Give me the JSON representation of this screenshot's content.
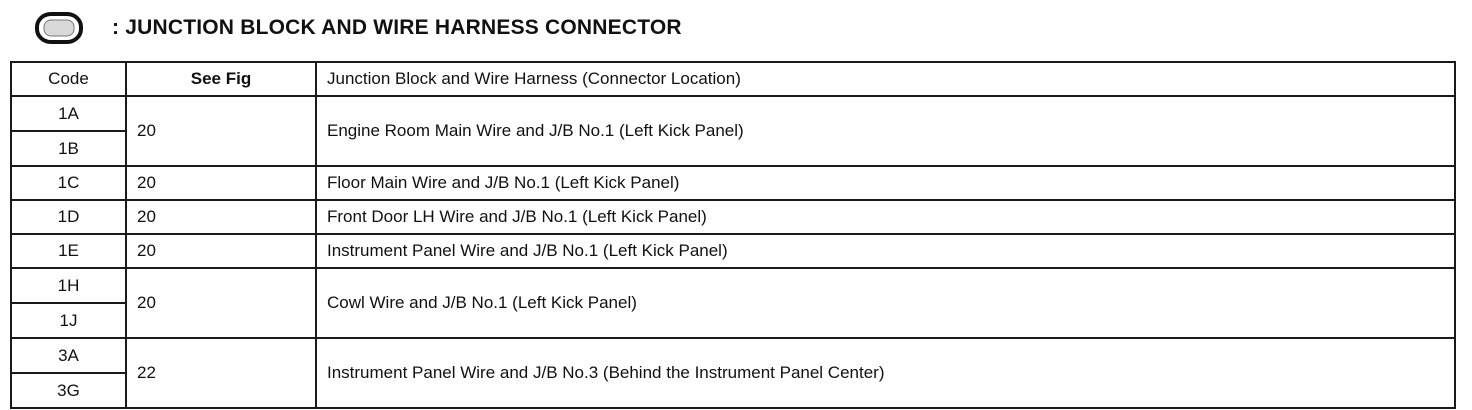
{
  "header": {
    "icon": "junction-block-connector-icon",
    "title": ": JUNCTION BLOCK AND WIRE HARNESS CONNECTOR"
  },
  "table": {
    "columns": [
      "Code",
      "See Fig",
      "Junction Block and Wire Harness (Connector Location)"
    ],
    "groups": [
      {
        "codes": [
          "1A",
          "1B"
        ],
        "fig": "20",
        "description": "Engine Room Main Wire and J/B No.1 (Left Kick Panel)"
      },
      {
        "codes": [
          "1C"
        ],
        "fig": "20",
        "description": "Floor Main Wire and J/B No.1 (Left Kick Panel)"
      },
      {
        "codes": [
          "1D"
        ],
        "fig": "20",
        "description": "Front Door LH Wire and J/B No.1 (Left Kick Panel)"
      },
      {
        "codes": [
          "1E"
        ],
        "fig": "20",
        "description": "Instrument Panel Wire and J/B No.1 (Left Kick Panel)"
      },
      {
        "codes": [
          "1H",
          "1J"
        ],
        "fig": "20",
        "description": "Cowl Wire and J/B No.1 (Left Kick Panel)"
      },
      {
        "codes": [
          "3A",
          "3G"
        ],
        "fig": "22",
        "description": "Instrument Panel Wire and J/B No.3 (Behind the Instrument Panel Center)"
      }
    ]
  }
}
